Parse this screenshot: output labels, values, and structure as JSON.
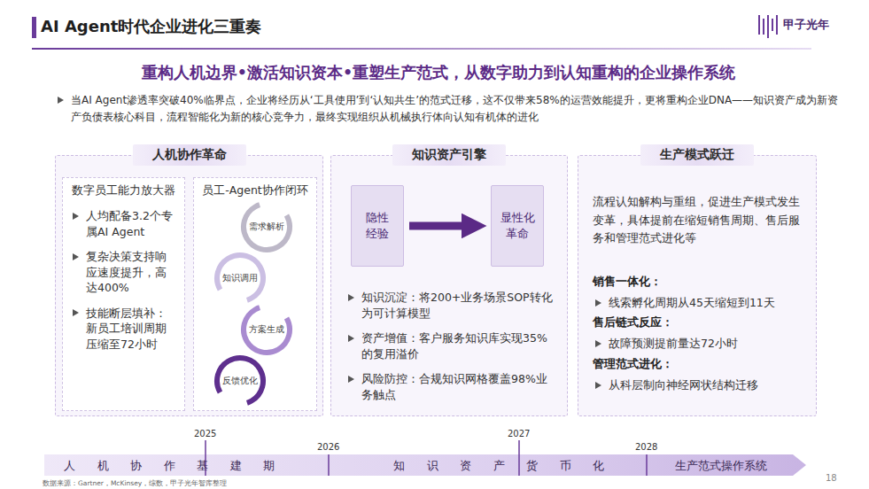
{
  "diagram": {
    "title": "AI Agent时代企业进化三重奏",
    "nodes": [
      {
        "text": [
          "人机协作革命"
        ]
      },
      {
        "text": [
          "数字员工能力放大器",
          "人均配备3.2个专属AI Agent",
          "复杂决策支持响应速度提升，高达400%",
          "技能断层填补：新员工培训周期压缩至72小时"
        ],
        "in": 0
      },
      {
        "text": [
          "员工-Agent协作闭环"
        ],
        "in": 0
      },
      {
        "text": [
          "需求解析"
        ],
        "in": 2
      },
      {
        "text": [
          "知识调用"
        ],
        "in": 2
      },
      {
        "text": [
          "方案生成"
        ],
        "in": 2
      },
      {
        "text": [
          "反馈优化"
        ],
        "in": 2
      },
      {
        "text": [
          "知识资产引擎",
          "知识沉淀：将200+业务场景SOP转化为可计算模型",
          "资产增值：客户服务知识库实现35%的复用溢价",
          "风险防控：合规知识网格覆盖98%业务触点"
        ]
      },
      {
        "text": [
          "隐性经验"
        ],
        "in": 7
      },
      {
        "text": [
          "显性化革命"
        ],
        "in": 7
      },
      {
        "text": [
          "生产模式跃迁",
          "流程认知解构与重组，促进生产模式发生变革，具体提前在缩短销售周期、售后服务和管理范式进化等",
          "销售一体化：",
          "线索孵化周期从45天缩短到11天",
          "售后链式反应：",
          "故障预测提前量达72小时",
          "管理范式进化：",
          "从科层制向神经网状结构迁移"
        ]
      },
      {
        "text": [
          "人机协作基建期",
          "知识资产货币化",
          "生产范式操作系统"
        ]
      }
    ],
    "edges": [
      {
        "from": 8,
        "to": 9,
        "arrow": "to"
      }
    ],
    "labels": [
      "重构人机边界•激活知识资本•重塑生产范式，从数字助力到认知重构的企业操作系统",
      "当AI Agent渗透率突破40%临界点，企业将经历从‘工具使用’到‘认知共生’的范式迁移，这不仅带来58%的运营效能提升，更将重构企业DNA——知识资产成为新资产负债表核心科目，流程智能化为新的核心竞争力，最终实现组织从机械执行体向认知有机体的进化",
      "甲子光年",
      "2025",
      "2026",
      "2027",
      "2028",
      "数据来源：Gartner，McKinsey，综数，甲子光年智库整理",
      "18"
    ]
  }
}
